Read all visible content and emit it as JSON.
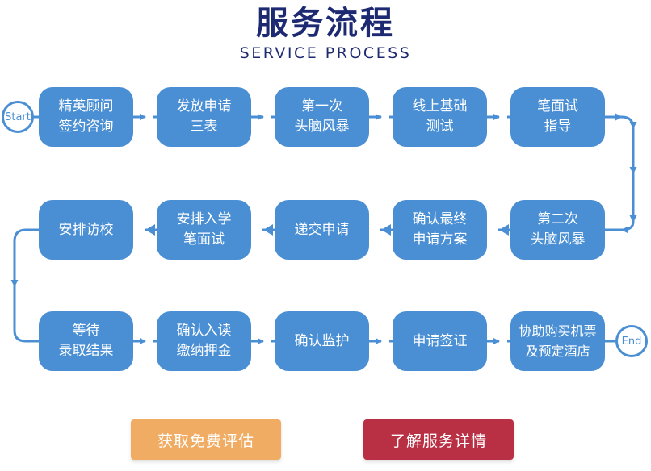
{
  "title": {
    "cn": "服务流程",
    "en": "SERVICE PROCESS",
    "color": "#1d2a72"
  },
  "theme": {
    "node_blue": "#4a8fd4",
    "connector_blue": "#4a8fd4",
    "node_text": "#ffffff",
    "button_orange": "#f0ac62",
    "button_crimson": "#b93044",
    "background": "#ffffff"
  },
  "flow": {
    "start_label": "Start",
    "end_label": "End",
    "rows": [
      {
        "direction": "left-to-right",
        "nodes": [
          {
            "label": "精英顾问\n签约咨询"
          },
          {
            "label": "发放申请\n三表"
          },
          {
            "label": "第一次\n头脑风暴"
          },
          {
            "label": "线上基础\n测试"
          },
          {
            "label": "笔面试\n指导"
          }
        ]
      },
      {
        "direction": "right-to-left",
        "nodes": [
          {
            "label": "安排访校"
          },
          {
            "label": "安排入学\n笔面试"
          },
          {
            "label": "递交申请"
          },
          {
            "label": "确认最终\n申请方案"
          },
          {
            "label": "第二次\n头脑风暴"
          }
        ]
      },
      {
        "direction": "left-to-right",
        "nodes": [
          {
            "label": "等待\n录取结果"
          },
          {
            "label": "确认入读\n缴纳押金"
          },
          {
            "label": "确认监护"
          },
          {
            "label": "申请签证"
          },
          {
            "label": "协助购买机票\n及预定酒店"
          }
        ]
      }
    ]
  },
  "buttons": {
    "free_assessment": "获取免费评估",
    "service_details": "了解服务详情"
  }
}
